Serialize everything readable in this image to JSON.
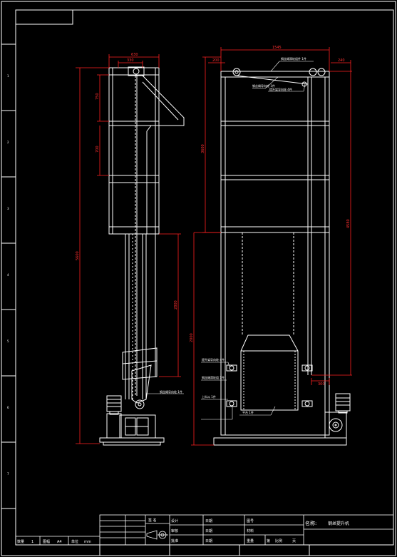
{
  "colors": {
    "background": "#000000",
    "line": "#ffffff",
    "dimension": "#ff2020",
    "motor": "#ffffff"
  },
  "title_block": {
    "name_label": "名称:",
    "name_value": "钢丝提升机",
    "design": "设计",
    "check": "审核",
    "approve": "批准",
    "date1": "日期",
    "date2": "日期",
    "date3": "日期",
    "drawing_no": "图号",
    "material": "材料",
    "weight": "重量",
    "scale_label": "比例",
    "sheet_label": "第",
    "sheet_total": "页",
    "signature": "签 名",
    "qty_label": "数量",
    "qty_value": "1",
    "paper_label": "图幅",
    "paper_value": "A4",
    "unit_label": "单位",
    "unit_value": "mm"
  },
  "left_view": {
    "top_dims": [
      "630",
      "330"
    ],
    "height_dims": [
      "750",
      "700",
      "5600",
      "2800"
    ],
    "callouts": [
      "钢丝绳导向轮 1件"
    ]
  },
  "right_view": {
    "top_dims": [
      "1545",
      "200",
      "240"
    ],
    "height_dims": [
      "3600",
      "2000",
      "4580"
    ],
    "bottom_dims": [
      "300"
    ],
    "callouts": [
      "钢丝绳滑轮组件 1件",
      "钢丝绳导向轮 1件",
      "提升架导向轮 4件",
      "提升架导向轮 4件",
      "钢丝绳滑轮组 1件",
      "上料斗 1件",
      "平台 1件"
    ]
  }
}
